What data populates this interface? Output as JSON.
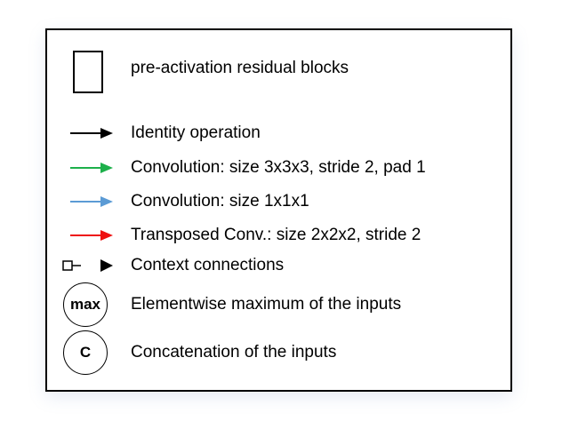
{
  "legend": {
    "items": [
      {
        "label": "pre-activation residual blocks"
      },
      {
        "label": "Identity operation",
        "color": "#000000"
      },
      {
        "label": "Convolution: size 3x3x3, stride 2, pad 1",
        "color": "#1db04b"
      },
      {
        "label": "Convolution: size 1x1x1",
        "color": "#5b9bd5"
      },
      {
        "label": "Transposed Conv.: size 2x2x2, stride 2",
        "color": "#ee1111"
      },
      {
        "label": "Context connections"
      },
      {
        "label": "Elementwise maximum of the inputs",
        "symbol": "max"
      },
      {
        "label": "Concatenation of the inputs",
        "symbol": "C"
      }
    ]
  }
}
